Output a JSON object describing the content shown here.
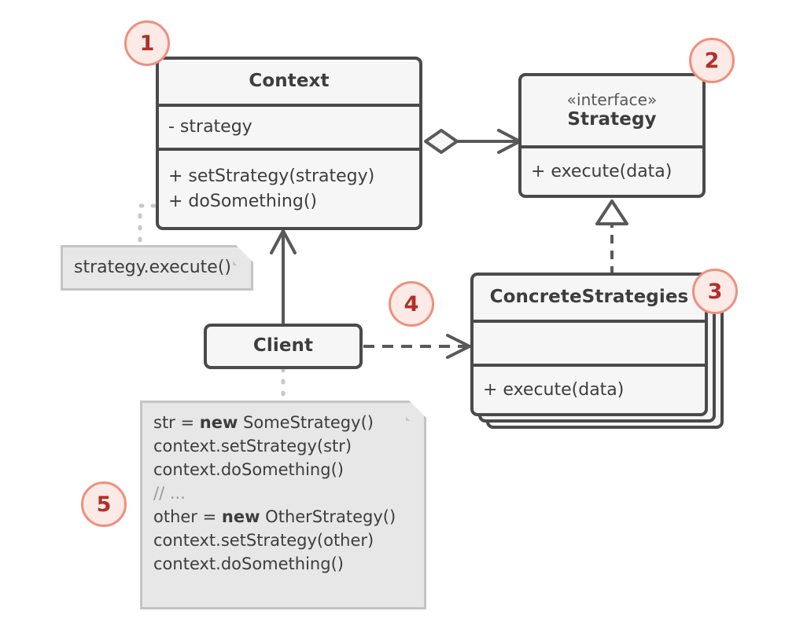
{
  "diagram": {
    "title": "Strategy design pattern UML class diagram",
    "colors": {
      "box_fill": "#f6f6f6",
      "box_border": "#4a4a4a",
      "note_fill": "#e7e7e7",
      "note_border": "#c4c4c4",
      "badge_fill": "#fbeae6",
      "badge_border": "#ef8f7d",
      "badge_text": "#b22f2b",
      "line": "#595959",
      "dotted_line": "#c8c8c8",
      "background": "#ffffff"
    }
  },
  "classes": {
    "context": {
      "name": "Context",
      "fields": [
        "- strategy"
      ],
      "methods": [
        "+ setStrategy(strategy)",
        "+ doSomething()"
      ]
    },
    "strategy": {
      "stereotype": "«interface»",
      "name": "Strategy",
      "methods": [
        "+ execute(data)"
      ]
    },
    "concrete_strategies": {
      "name": "ConcreteStrategies",
      "fields": [
        ""
      ],
      "methods": [
        "+ execute(data)"
      ],
      "stacked": true
    },
    "client": {
      "name": "Client"
    }
  },
  "notes": {
    "context_note": {
      "text": "strategy.execute()"
    },
    "client_note": {
      "lines": [
        {
          "pre": "str = ",
          "bold": "new",
          "post": " SomeStrategy()",
          "comment": false
        },
        {
          "pre": "context.setStrategy(str)",
          "bold": "",
          "post": "",
          "comment": false
        },
        {
          "pre": "context.doSomething()",
          "bold": "",
          "post": "",
          "comment": false
        },
        {
          "pre": "// ...",
          "bold": "",
          "post": "",
          "comment": true
        },
        {
          "pre": "other = ",
          "bold": "new",
          "post": " OtherStrategy()",
          "comment": false
        },
        {
          "pre": "context.setStrategy(other)",
          "bold": "",
          "post": "",
          "comment": false
        },
        {
          "pre": "context.doSomething()",
          "bold": "",
          "post": "",
          "comment": false
        }
      ]
    }
  },
  "badges": [
    {
      "label": "1",
      "target": "Context"
    },
    {
      "label": "2",
      "target": "Strategy"
    },
    {
      "label": "3",
      "target": "ConcreteStrategies"
    },
    {
      "label": "4",
      "target": "Client uses ConcreteStrategies"
    },
    {
      "label": "5",
      "target": "Client code note"
    }
  ],
  "relations": [
    {
      "kind": "aggregation",
      "from": "Context",
      "to": "Strategy",
      "style": "solid-open-diamond-arrow"
    },
    {
      "kind": "realization",
      "from": "ConcreteStrategies",
      "to": "Strategy",
      "style": "dashed-hollow-triangle"
    },
    {
      "kind": "association",
      "from": "Client",
      "to": "Context",
      "style": "solid-open-arrow"
    },
    {
      "kind": "dependency",
      "from": "Client",
      "to": "ConcreteStrategies",
      "style": "dashed-open-arrow"
    },
    {
      "kind": "note-link",
      "from": "Context",
      "to": "strategy.execute() note",
      "style": "dotted"
    },
    {
      "kind": "note-link",
      "from": "Client",
      "to": "client code note",
      "style": "dotted"
    }
  ]
}
